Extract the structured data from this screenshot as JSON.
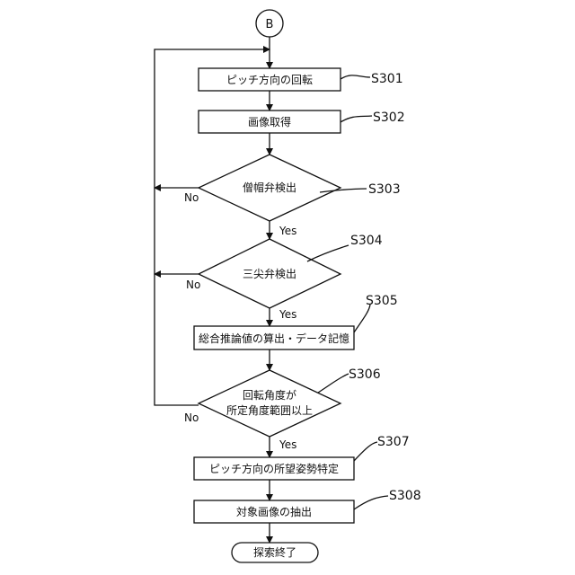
{
  "connector": "B",
  "steps": {
    "s301": {
      "id": "S301",
      "label": "ピッチ方向の回転"
    },
    "s302": {
      "id": "S302",
      "label": "画像取得"
    },
    "s303": {
      "id": "S303",
      "label": "僧帽弁検出"
    },
    "s304": {
      "id": "S304",
      "label": "三尖弁検出"
    },
    "s305": {
      "id": "S305",
      "label": "総合推論値の算出・データ記憶"
    },
    "s306": {
      "id": "S306",
      "label_line1": "回転角度が",
      "label_line2": "所定角度範囲以上"
    },
    "s307": {
      "id": "S307",
      "label": "ピッチ方向の所望姿勢特定"
    },
    "s308": {
      "id": "S308",
      "label": "対象画像の抽出"
    }
  },
  "terminal": "探索終了",
  "branches": {
    "yes": "Yes",
    "no": "No"
  }
}
